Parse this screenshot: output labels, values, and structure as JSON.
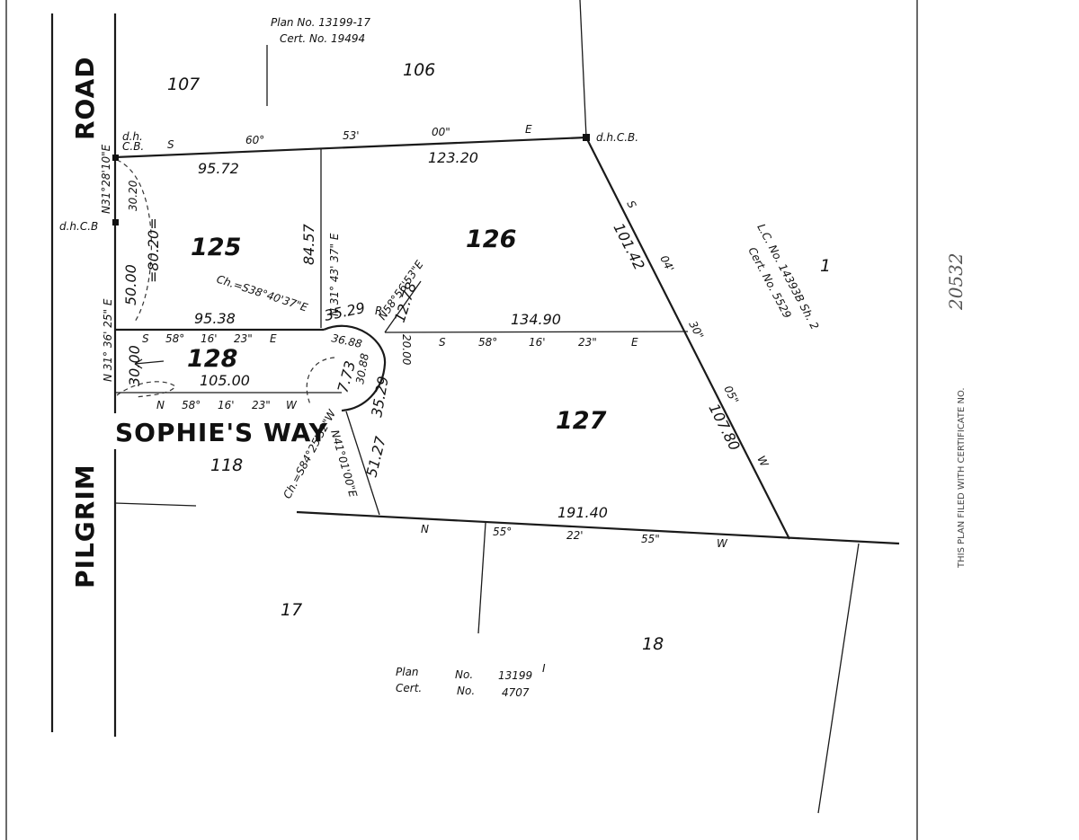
{
  "roads": {
    "pilgrim": "PILGRIM",
    "road": "ROAD",
    "sophies_way": "SOPHIE'S WAY"
  },
  "lots": {
    "l125": "125",
    "l126": "126",
    "l127": "127",
    "l128": "128"
  },
  "adjacent": {
    "a107": "107",
    "a106": "106",
    "a118": "118",
    "a17": "17",
    "a18": "18",
    "a1": "1"
  },
  "plan_top": {
    "plan": "Plan No. 13199-17",
    "cert": "Cert. No. 19494"
  },
  "plan_bottom": {
    "plan": "Plan",
    "plan_no": "No.",
    "plan_num": "13199",
    "plan_suffix": "I",
    "cert": "Cert.",
    "cert_no": "No.",
    "cert_num": "4707"
  },
  "lc_label": {
    "line1": "L.C. No. 14393B Sh. 2",
    "line2": "Cert. No. 5529"
  },
  "monuments": {
    "dhcb_ne": "d.h.C.B.",
    "dhcb_nw": "d.h.\nC.B.",
    "dhcb_w": "d.h.C.B"
  },
  "north_line": {
    "s": "S",
    "deg": "60°",
    "min": "53'",
    "sec": "00\"",
    "e": "E",
    "d1": "95.72",
    "d2": "123.20"
  },
  "east_line": {
    "s": "S",
    "min": "04'",
    "mid": "30\"",
    "sec": "05\"",
    "w": "W",
    "d1": "101.42",
    "d2": "107.80"
  },
  "south_line": {
    "n": "N",
    "deg": "55°",
    "min": "22'",
    "sec": "55\"",
    "w": "W",
    "d": "191.40"
  },
  "lot_line_125_126": {
    "d": "84.57",
    "brg": "N 31° 43' 37\" E"
  },
  "lot_line_128_north": {
    "d": "95.38",
    "s": "S",
    "deg": "58°",
    "min": "16'",
    "sec": "23\"",
    "e": "E"
  },
  "lot_line_126_127": {
    "d": "134.90",
    "s": "S",
    "deg": "58°",
    "min": "16'",
    "sec": "23\"",
    "e": "E"
  },
  "sophies_line": {
    "d": "105.00",
    "n": "N",
    "deg": "58°",
    "min": "16'",
    "sec": "23\"",
    "w": "W"
  },
  "west_line": {
    "brg": "N 31° 36' 25\" E",
    "d1": "50.00",
    "d2": "30.00",
    "tie": "N31°28'10\"E",
    "tie_d": "30.20",
    "total": "=80.20="
  },
  "curve": {
    "ch1": "Ch.=S38°40'37\"E",
    "r": "R",
    "d1": "35.29",
    "brg1": "N58°56'53\"E",
    "d2": "12.78",
    "arc1": "20.00",
    "arc2": "35.29",
    "inner1": "36.88",
    "inner2": "7.73",
    "inner3": "30.88"
  },
  "lot127_west": {
    "ch": "Ch.=S84°25'32\"W",
    "brg": "N41°01'00\"E",
    "d": "51.27"
  },
  "side_note": "THIS PLAN FILED WITH CERTIFICATE NO.",
  "side_handwritten": "20532"
}
